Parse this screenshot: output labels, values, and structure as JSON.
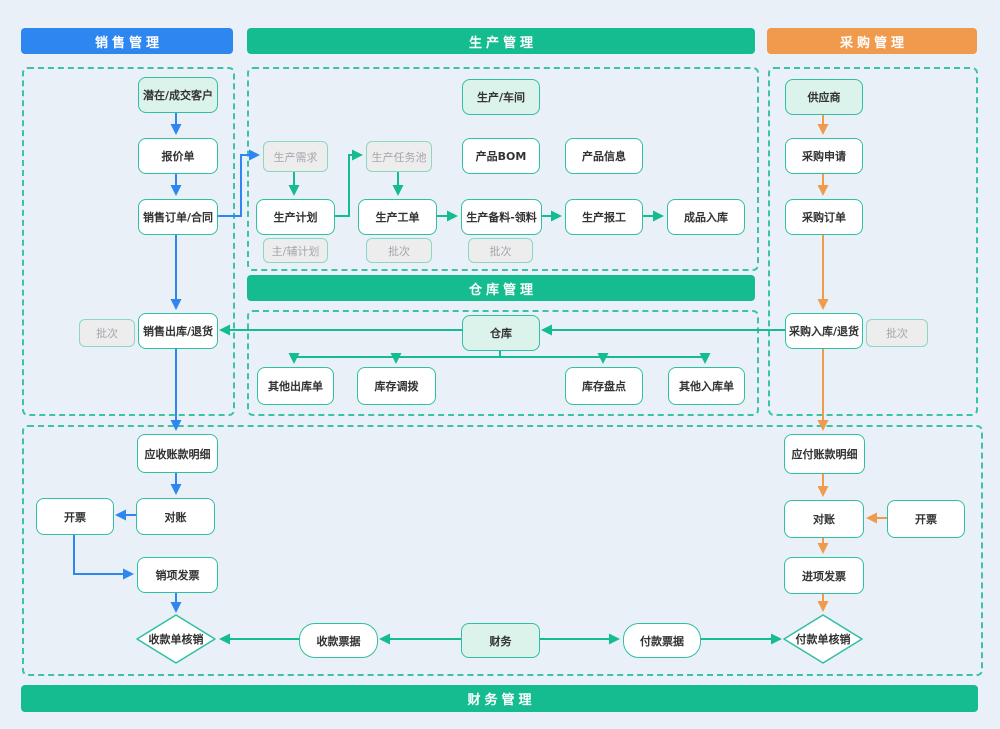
{
  "headers": {
    "sales": "销售管理",
    "production": "生产管理",
    "purchase": "采购管理",
    "warehouse": "仓库管理",
    "finance": "财务管理"
  },
  "colors": {
    "sales_blue": "#2E86F0",
    "primary_green": "#14BC90",
    "purchase_orange": "#EF9A4D",
    "node_border_teal": "#2FBFA2",
    "node_fill_light_green": "#DCF3EC",
    "chip_gray_fill": "#EDEDED",
    "chip_gray_text": "#A2A7AD",
    "background": "#EAF0F7"
  },
  "nodes": {
    "sales_customer": "潜在/成交客户",
    "quotation": "报价单",
    "sales_order": "销售订单/合同",
    "sales_outbound": "销售出库/退货",
    "sales_batch": "批次",
    "prod_workshop": "生产/车间",
    "prod_demand": "生产需求",
    "prod_task_pool": "生产任务池",
    "product_bom": "产品BOM",
    "product_info": "产品信息",
    "prod_plan": "生产计划",
    "prod_workorder": "生产工单",
    "prod_material": "生产备料-领料",
    "prod_report": "生产报工",
    "finished_inbound": "成品入库",
    "main_aux_plan": "主/辅计划",
    "batch_workorder": "批次",
    "batch_material": "批次",
    "supplier": "供应商",
    "purchase_request": "采购申请",
    "purchase_order": "采购订单",
    "purchase_inbound": "采购入库/退货",
    "purchase_batch": "批次",
    "warehouse_node": "仓库",
    "other_outbound": "其他出库单",
    "stock_transfer": "库存调拨",
    "stock_check": "库存盘点",
    "other_inbound": "其他入库单",
    "ar_detail": "应收账款明细",
    "reconcile_ar": "对账",
    "invoice_ar": "开票",
    "sales_invoice": "销项发票",
    "receipt_verify": "收款单核销",
    "receipt_note": "收款票据",
    "finance_node": "财务",
    "payment_note": "付款票据",
    "payment_verify": "付款单核销",
    "ap_detail": "应付账款明细",
    "reconcile_ap": "对账",
    "invoice_ap": "开票",
    "purchase_invoice": "进项发票"
  }
}
